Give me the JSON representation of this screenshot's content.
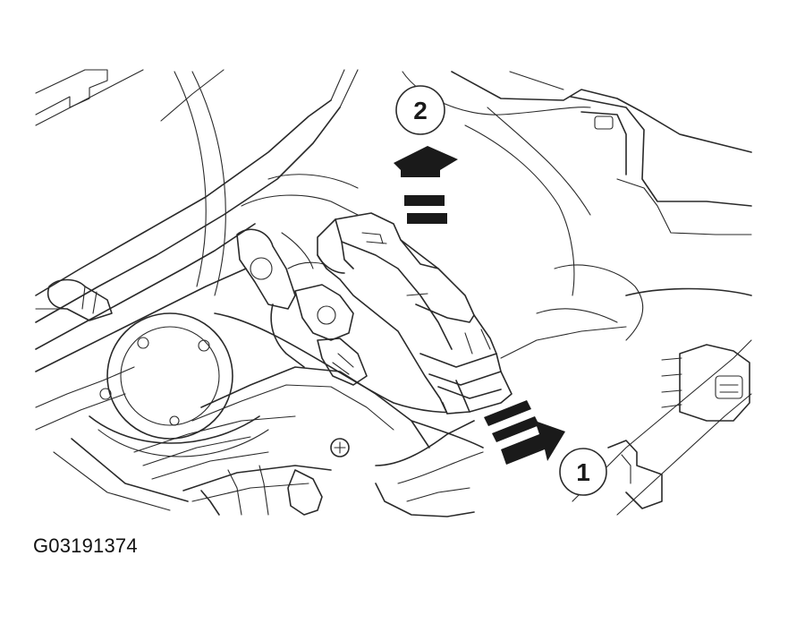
{
  "figure": {
    "code": "G03191374",
    "callouts": [
      {
        "number": "1"
      },
      {
        "number": "2"
      }
    ]
  }
}
